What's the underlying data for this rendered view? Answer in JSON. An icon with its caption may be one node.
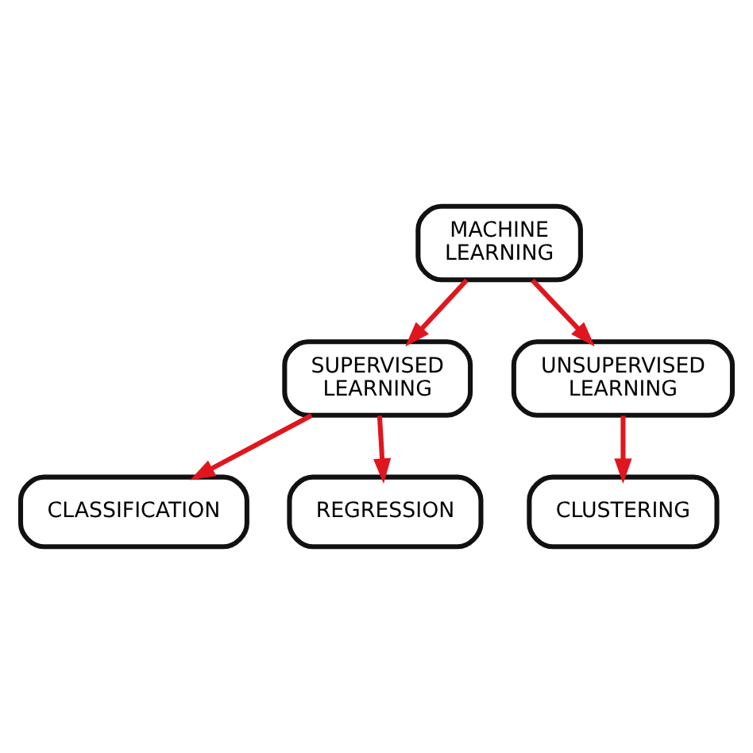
{
  "diagram": {
    "nodes": [
      {
        "text": [
          "MACHINE LEARNING"
        ]
      },
      {
        "text": [
          "SUPERVISED LEARNING"
        ]
      },
      {
        "text": [
          "UNSUPERVISED LEARNING"
        ]
      },
      {
        "text": [
          "CLASSIFICATION"
        ]
      },
      {
        "text": [
          "REGRESSION"
        ]
      },
      {
        "text": [
          "CLUSTERING"
        ]
      }
    ],
    "edges": [
      {
        "from": 0,
        "to": 1,
        "arrow": "to"
      },
      {
        "from": 0,
        "to": 2,
        "arrow": "to"
      },
      {
        "from": 1,
        "to": 3,
        "arrow": "to"
      },
      {
        "from": 1,
        "to": 4,
        "arrow": "to"
      },
      {
        "from": 2,
        "to": 5,
        "arrow": "to"
      }
    ]
  }
}
